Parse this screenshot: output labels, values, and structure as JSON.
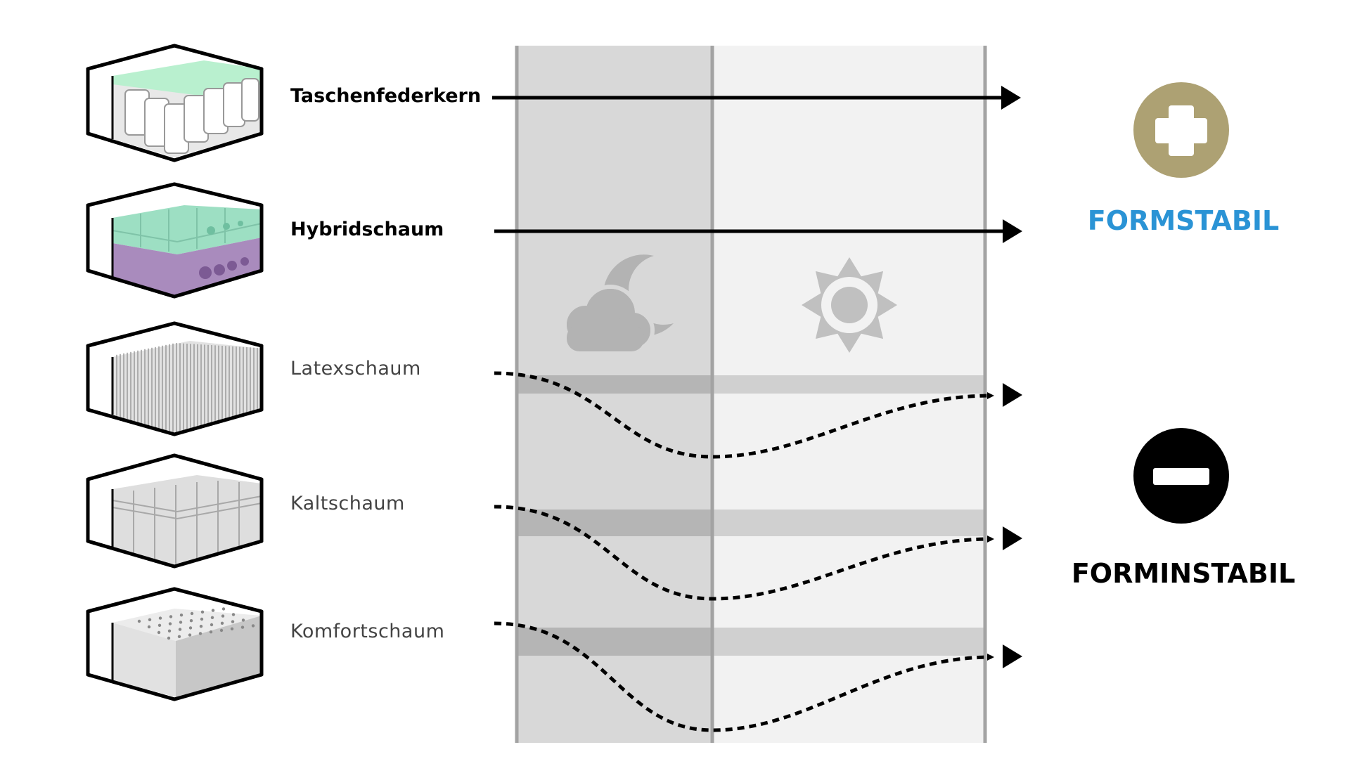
{
  "materials": [
    {
      "label": "Taschenfederkern",
      "weight": "bold",
      "line": "solid",
      "icon": "pocket-spring-mattress-icon"
    },
    {
      "label": "Hybridschaum",
      "weight": "bold",
      "line": "solid",
      "icon": "hybrid-foam-mattress-icon"
    },
    {
      "label": "Latexschaum",
      "weight": "light",
      "line": "dashed",
      "icon": "latex-foam-mattress-icon"
    },
    {
      "label": "Kaltschaum",
      "weight": "light",
      "line": "dashed",
      "icon": "cold-foam-mattress-icon"
    },
    {
      "label": "Komfortschaum",
      "weight": "light",
      "line": "dashed",
      "icon": "comfort-foam-mattress-icon"
    }
  ],
  "categories": {
    "stable": {
      "label": "FORMSTABIL",
      "color": "#2a93d5",
      "icon": "plus-circle-icon",
      "icon_color": "#ada173"
    },
    "unstable": {
      "label": "FORMINSTABIL",
      "color": "#000000",
      "icon": "minus-circle-icon",
      "icon_color": "#000000"
    }
  },
  "phases": [
    {
      "icon": "moon-cloud-icon",
      "shade": "#d8d8d8"
    },
    {
      "icon": "sun-icon",
      "shade": "#f2f2f2"
    }
  ]
}
